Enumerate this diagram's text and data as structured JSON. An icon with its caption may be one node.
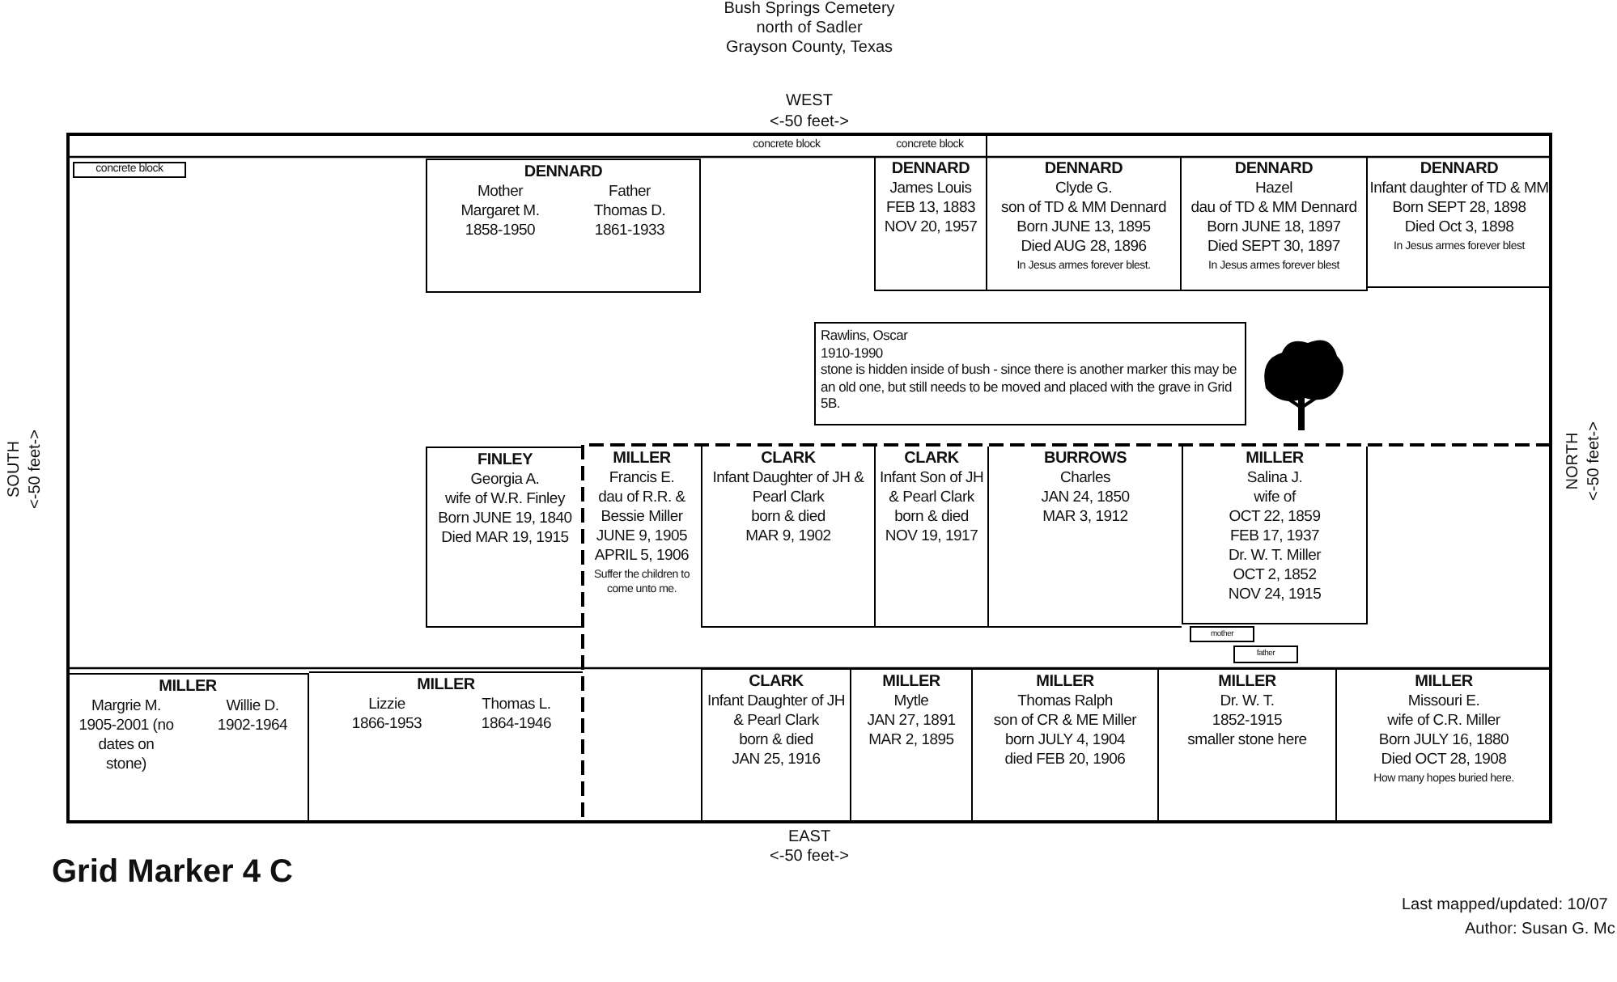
{
  "diagram": {
    "nodes": [
      {
        "text": [
          "concrete block"
        ]
      },
      {
        "text": [
          "concrete block"
        ]
      },
      {
        "text": [
          "concrete block"
        ]
      },
      {
        "text": [
          "DENNARD",
          "Mother",
          "Margaret M.",
          "1858-1950",
          "Father",
          "Thomas D.",
          "1861-1933"
        ]
      },
      {
        "text": [
          "DENNARD",
          "James Louis",
          "FEB 13, 1883",
          "NOV 20, 1957"
        ]
      },
      {
        "text": [
          "DENNARD",
          "Clyde G.",
          "son of TD & MM Dennard",
          "Born JUNE 13, 1895",
          "Died AUG 28, 1896",
          "In Jesus armes forever blest."
        ]
      },
      {
        "text": [
          "DENNARD",
          "Hazel",
          "dau of TD & MM Dennard",
          "Born JUNE 18, 1897",
          "Died SEPT 30, 1897",
          "In Jesus armes forever blest"
        ]
      },
      {
        "text": [
          "DENNARD",
          "Infant daughter of TD & MM",
          "Born SEPT 28, 1898",
          "Died Oct 3, 1898",
          "In Jesus armes forever blest"
        ]
      },
      {
        "text": [
          "Rawlins, Oscar",
          "1910-1990",
          "stone is hidden inside of bush - since there is another marker this may be an old one, but still needs to be moved and placed with the grave in Grid 5B."
        ]
      },
      {
        "text": [
          "FINLEY",
          "Georgia A.",
          "wife of W.R. Finley",
          "Born JUNE 19, 1840",
          "Died MAR 19, 1915"
        ]
      },
      {
        "text": [
          "MILLER",
          "Francis E.",
          "dau of R.R. &",
          "Bessie Miller",
          "JUNE 9, 1905",
          "APRIL 5, 1906",
          "Suffer the children to come unto me."
        ]
      },
      {
        "text": [
          "CLARK",
          "Infant Daughter of JH & Pearl Clark",
          "born & died",
          "MAR 9, 1902"
        ]
      },
      {
        "text": [
          "CLARK",
          "Infant Son of JH & Pearl Clark",
          "born & died",
          "NOV 19, 1917"
        ]
      },
      {
        "text": [
          "BURROWS",
          "Charles",
          "JAN 24, 1850",
          "MAR 3, 1912"
        ]
      },
      {
        "text": [
          "MILLER",
          "Salina J.",
          "wife of",
          "OCT 22, 1859",
          "FEB 17, 1937",
          "Dr. W. T. Miller",
          "OCT 2, 1852",
          "NOV 24, 1915"
        ]
      },
      {
        "text": [
          "mother"
        ]
      },
      {
        "text": [
          "father"
        ]
      },
      {
        "text": [
          "MILLER",
          "Margrie M.",
          "1905-2001 (no dates on stone)",
          "Willie D.",
          "1902-1964"
        ]
      },
      {
        "text": [
          "MILLER",
          "Lizzie",
          "1866-1953",
          "Thomas L.",
          "1864-1946"
        ]
      },
      {
        "text": [
          "CLARK",
          "Infant Daughter of JH & Pearl Clark",
          "born & died",
          "JAN 25, 1916"
        ]
      },
      {
        "text": [
          "MILLER",
          "Mytle",
          "JAN 27, 1891",
          "MAR 2, 1895"
        ]
      },
      {
        "text": [
          "MILLER",
          "Thomas Ralph",
          "son of CR & ME Miller",
          "born JULY 4, 1904",
          "died FEB 20, 1906"
        ]
      },
      {
        "text": [
          "MILLER",
          "Dr. W. T.",
          "1852-1915",
          "smaller stone here"
        ]
      },
      {
        "text": [
          "MILLER",
          "Missouri E.",
          "wife of C.R. Miller",
          "Born JULY 16, 1880",
          "Died OCT 28, 1908",
          "How many hopes buried here."
        ]
      }
    ],
    "labels": [
      "Bush Springs Cemetery",
      "north of Sadler",
      "Grayson County, Texas",
      "WEST",
      "<-50 feet->",
      "SOUTH",
      "<-50 feet->",
      "NORTH",
      "<-50 feet->",
      "EAST",
      "<-50 feet->",
      "Grid Marker 4 C",
      "Last mapped/updated: 10/07",
      "Author: Susan G. Mc"
    ]
  }
}
